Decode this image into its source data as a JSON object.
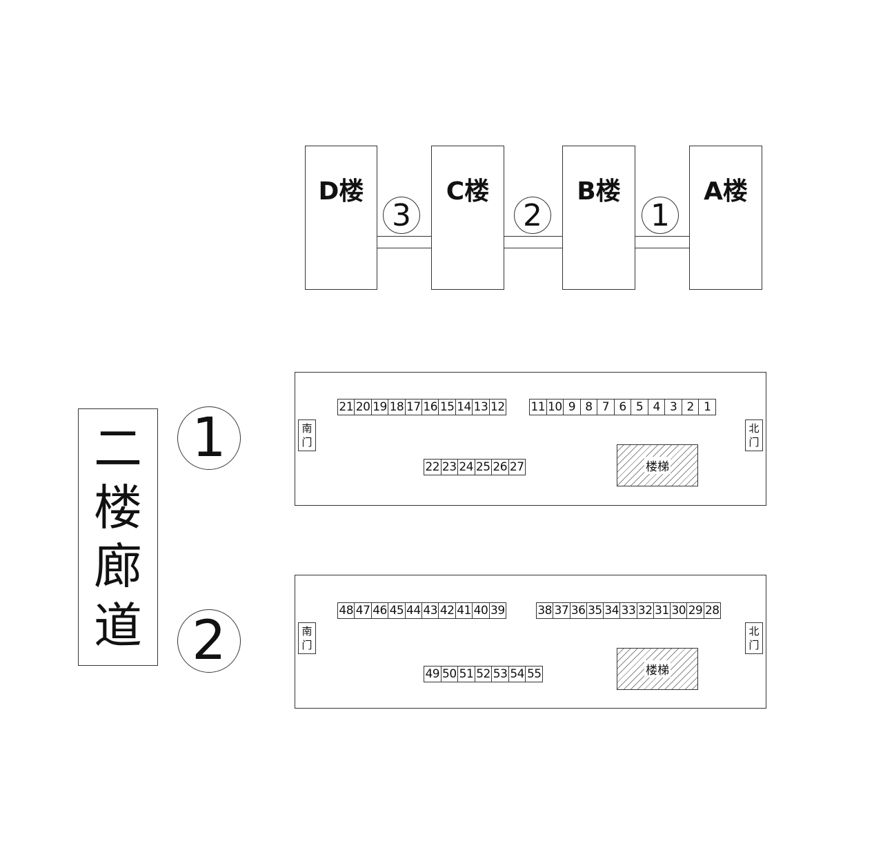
{
  "buildings": [
    {
      "label": "D楼"
    },
    {
      "label": "C楼"
    },
    {
      "label": "B楼"
    },
    {
      "label": "A楼"
    }
  ],
  "bridges": [
    {
      "label": "3"
    },
    {
      "label": "2"
    },
    {
      "label": "1"
    }
  ],
  "side_title": [
    "二",
    "楼",
    "廊",
    "道"
  ],
  "corridors": [
    {
      "marker": "1",
      "south_door": [
        "南",
        "门"
      ],
      "north_door": [
        "北",
        "门"
      ],
      "stairs": "楼梯",
      "row_left": [
        "21",
        "20",
        "19",
        "18",
        "17",
        "16",
        "15",
        "14",
        "13",
        "12"
      ],
      "row_right": [
        "11",
        "10",
        "9",
        "8",
        "7",
        "6",
        "5",
        "4",
        "3",
        "2",
        "1"
      ],
      "row_bottom": [
        "22",
        "23",
        "24",
        "25",
        "26",
        "27"
      ]
    },
    {
      "marker": "2",
      "south_door": [
        "南",
        "门"
      ],
      "north_door": [
        "北",
        "门"
      ],
      "stairs": "楼梯",
      "row_left": [
        "48",
        "47",
        "46",
        "45",
        "44",
        "43",
        "42",
        "41",
        "40",
        "39"
      ],
      "row_right": [
        "38",
        "37",
        "36",
        "35",
        "34",
        "33",
        "32",
        "31",
        "30",
        "29",
        "28"
      ],
      "row_bottom": [
        "49",
        "50",
        "51",
        "52",
        "53",
        "54",
        "55"
      ]
    }
  ]
}
